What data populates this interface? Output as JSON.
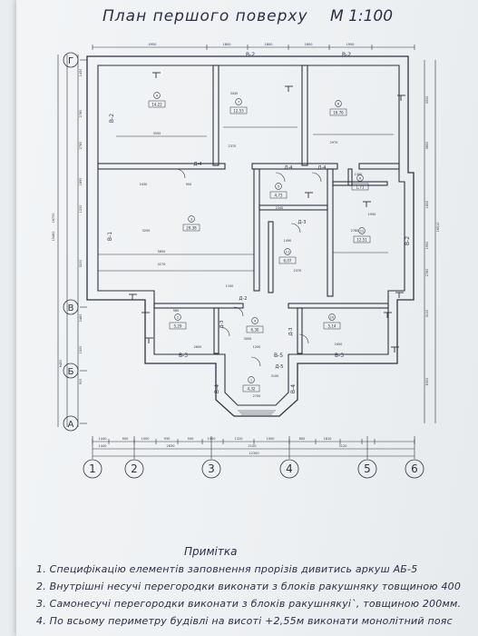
{
  "header": {
    "title": "План першого поверху",
    "scale": "М 1:100"
  },
  "axes": {
    "letters": [
      "Г",
      "В",
      "Б",
      "А"
    ],
    "numbers": [
      "1",
      "2",
      "3",
      "4",
      "5",
      "6"
    ]
  },
  "rooms": [
    {
      "num": "4",
      "area": "14,22"
    },
    {
      "num": "7",
      "area": "12,53"
    },
    {
      "num": "8",
      "area": "16,76"
    },
    {
      "num": "5",
      "area": "4,73"
    },
    {
      "num": "6",
      "area": "1,71"
    },
    {
      "num": "3",
      "area": "29,38"
    },
    {
      "num": "11",
      "area": "6,07"
    },
    {
      "num": "12",
      "area": "12,51"
    },
    {
      "num": "2",
      "area": "5,29"
    },
    {
      "num": "9",
      "area": "6,30"
    },
    {
      "num": "10",
      "area": "5,14"
    },
    {
      "num": "1",
      "area": "4,32"
    }
  ],
  "wall_marks": [
    "В-2",
    "В-2",
    "В-2",
    "В-1",
    "В-2",
    "В-3",
    "В-3",
    "В-4",
    "В-4",
    "В-5"
  ],
  "door_marks": [
    "Д-4",
    "Д-4",
    "Д-4",
    "Д-3",
    "Д-2",
    "Д-3",
    "Д-3",
    "Д-5"
  ],
  "dimensions": {
    "top": [
      "4950",
      "1800",
      "1800",
      "1800",
      "1950"
    ],
    "bottom_chain_1": [
      "1440",
      "900",
      "1000",
      "930",
      "500",
      "1900",
      "1320",
      "1000",
      "800",
      "1810"
    ],
    "bottom_chain_2": [
      "1440",
      "2830",
      "2100",
      "3120"
    ],
    "bottom_total": "12300",
    "interior": [
      "3550",
      "3430",
      "2370",
      "2970",
      "2430",
      "5650",
      "4270",
      "2340",
      "1950",
      "1490",
      "2370",
      "1100",
      "3000",
      "2600",
      "1200",
      "2450",
      "2700",
      "3100",
      "1300",
      "900",
      "980",
      "3200",
      "2780"
    ],
    "left": [
      "1430",
      "2780",
      "2780",
      "1890",
      "1200",
      "3200",
      "2480",
      "1500",
      "900",
      "15460",
      "16700",
      "6450"
    ],
    "right": [
      "3300",
      "3850",
      "1800",
      "1950",
      "2780",
      "3100",
      "8300",
      "16510"
    ]
  },
  "notes": {
    "heading": "Примітка",
    "items": [
      "1. Специфікацію елементів заповнення прорізів дивитись аркуш АБ-5",
      "2. Внутрішні несучі перегородки виконати з блоків ракушняку товщиною 400",
      "3. Самонесучі перегородки виконати з блоків ракушнякуі`, товщиною 200мм.",
      "4. По всьому периметру будівлі на висоті +2,55м виконати монолітний пояс"
    ]
  }
}
